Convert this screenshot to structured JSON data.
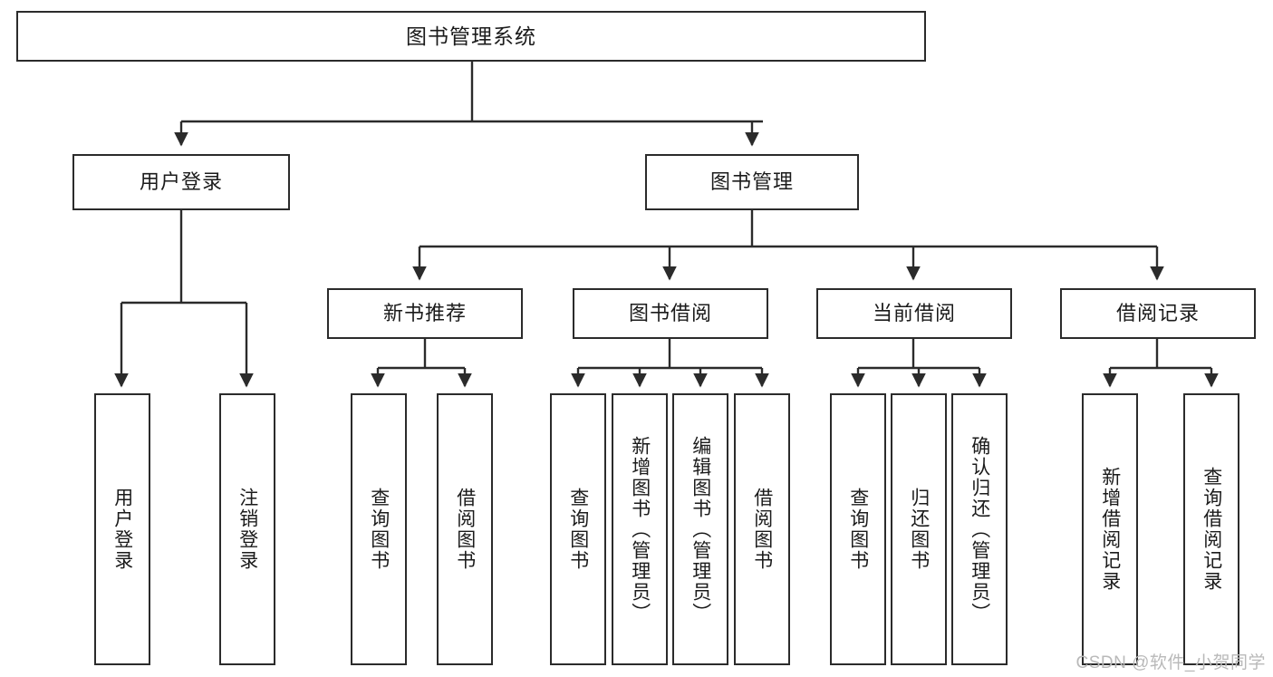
{
  "diagram": {
    "title": "图书管理系统",
    "type": "tree-hierarchy-chart",
    "colors": {
      "box_border": "#2b2b2b",
      "box_fill": "#ffffff",
      "connector": "#2b2b2b",
      "text": "#1b1b1b",
      "watermark": "#b9b9b9",
      "background": "#ffffff"
    },
    "root": {
      "label": "图书管理系统"
    },
    "level2": [
      {
        "id": "user-login",
        "label": "用户登录"
      },
      {
        "id": "book-management",
        "label": "图书管理"
      }
    ],
    "level3": [
      {
        "id": "new-book-recommend",
        "label": "新书推荐"
      },
      {
        "id": "book-borrow",
        "label": "图书借阅"
      },
      {
        "id": "current-borrow",
        "label": "当前借阅"
      },
      {
        "id": "borrow-record",
        "label": "借阅记录"
      }
    ],
    "leaves": {
      "user_login": [
        {
          "id": "leaf-user-login",
          "label": "用户登录"
        },
        {
          "id": "leaf-logout-login",
          "label": "注销登录"
        }
      ],
      "new_book_recommend": [
        {
          "id": "leaf-query-book-1",
          "label": "查询图书"
        },
        {
          "id": "leaf-borrow-book-1",
          "label": "借阅图书"
        }
      ],
      "book_borrow": [
        {
          "id": "leaf-query-book-2",
          "label": "查询图书"
        },
        {
          "id": "leaf-add-book",
          "label": "新增图书（管理员）"
        },
        {
          "id": "leaf-edit-book",
          "label": "编辑图书（管理员）"
        },
        {
          "id": "leaf-borrow-book-2",
          "label": "借阅图书"
        }
      ],
      "current_borrow": [
        {
          "id": "leaf-query-book-3",
          "label": "查询图书"
        },
        {
          "id": "leaf-return-book",
          "label": "归还图书"
        },
        {
          "id": "leaf-confirm-return",
          "label": "确认归还（管理员）"
        }
      ],
      "borrow_record": [
        {
          "id": "leaf-add-record",
          "label": "新增借阅记录"
        },
        {
          "id": "leaf-query-record",
          "label": "查询借阅记录"
        }
      ]
    }
  },
  "watermark": {
    "text": "CSDN @软件_小贺同学"
  }
}
